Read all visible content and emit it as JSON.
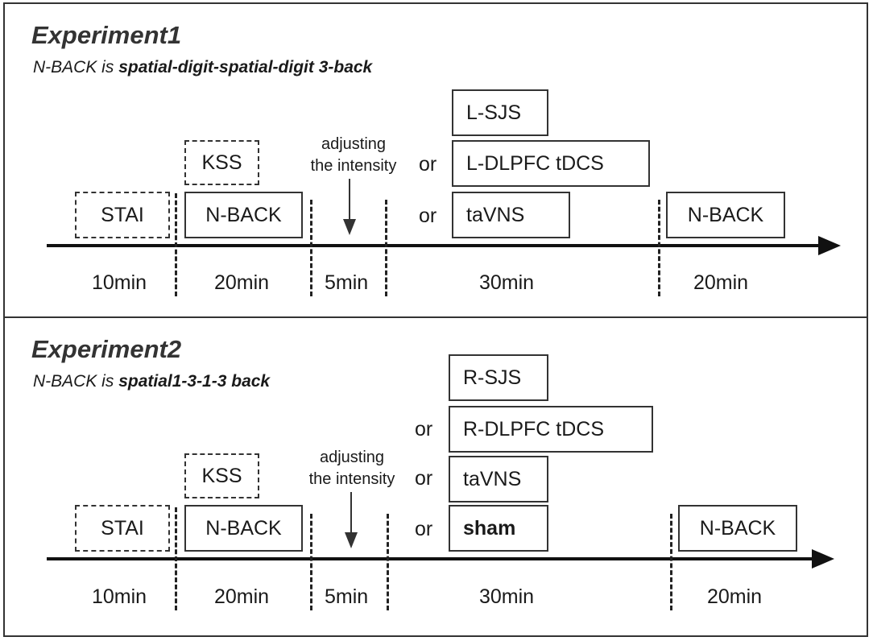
{
  "experiment1": {
    "title": "Experiment1",
    "subtitle_prefix": "N-BACK is ",
    "subtitle_bold": "spatial-digit-spatial-digit 3-back",
    "boxes": {
      "stai": "STAI",
      "kss": "KSS",
      "nback_pre": "N-BACK",
      "lsjs": "L-SJS",
      "ldlpfc": "L-DLPFC tDCS",
      "tavns": "taVNS",
      "nback_post": "N-BACK"
    },
    "or_labels": [
      "or",
      "or"
    ],
    "adjust_note": [
      "adjusting",
      "the intensity"
    ],
    "durations": [
      "10min",
      "20min",
      "5min",
      "30min",
      "20min"
    ]
  },
  "experiment2": {
    "title": "Experiment2",
    "subtitle_prefix": "N-BACK is ",
    "subtitle_bold": "spatial1-3-1-3 back",
    "boxes": {
      "stai": "STAI",
      "kss": "KSS",
      "nback_pre": "N-BACK",
      "rsjs": "R-SJS",
      "rdlpfc": "R-DLPFC tDCS",
      "tavns": "taVNS",
      "sham": "sham",
      "nback_post": "N-BACK"
    },
    "or_labels": [
      "or",
      "or",
      "or"
    ],
    "adjust_note": [
      "adjusting",
      "the intensity"
    ],
    "durations": [
      "10min",
      "20min",
      "5min",
      "30min",
      "20min"
    ]
  }
}
